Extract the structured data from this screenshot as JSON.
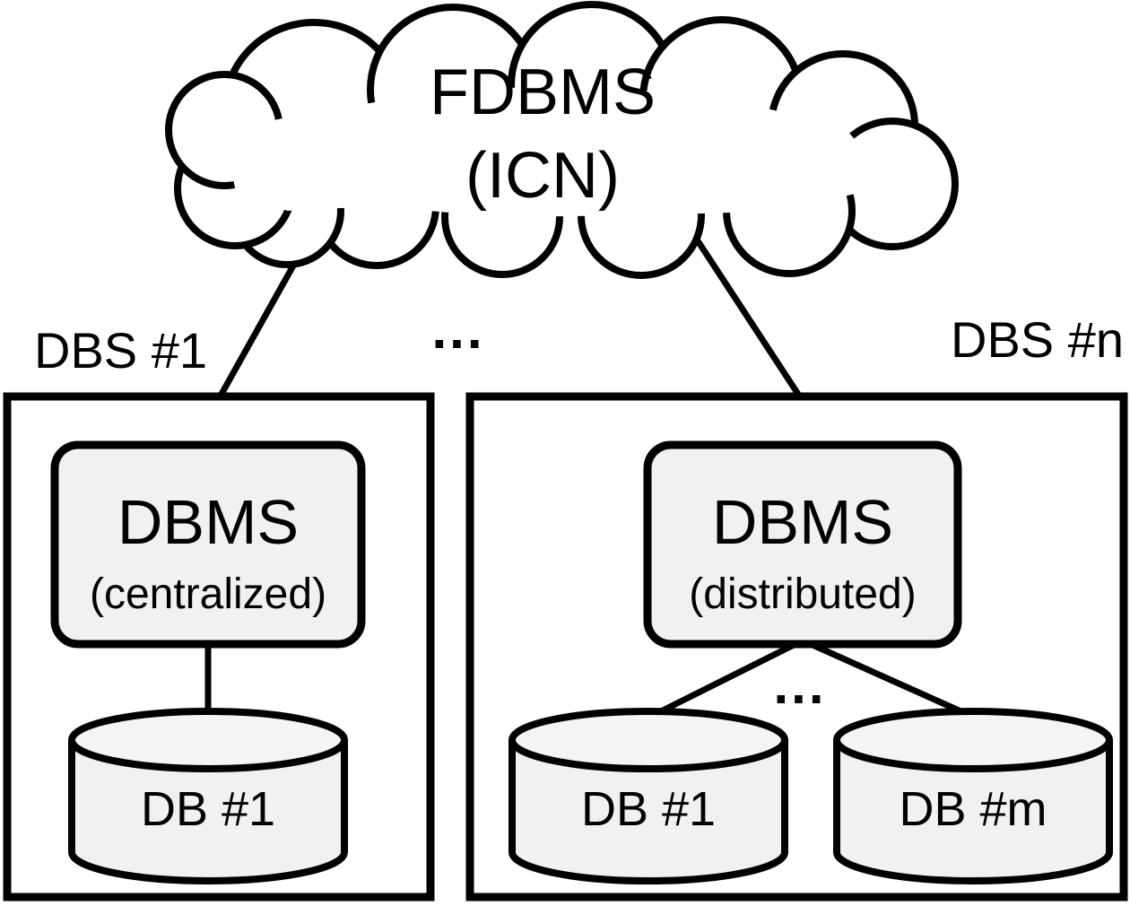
{
  "cloud": {
    "title": "FDBMS",
    "subtitle": "(ICN)"
  },
  "ellipsis": {
    "between_systems": "...",
    "between_databases": "..."
  },
  "dbs1": {
    "label": "DBS #1",
    "dbms_title": "DBMS",
    "dbms_subtitle": "(centralized)",
    "databases": [
      "DB #1"
    ]
  },
  "dbsn": {
    "label": "DBS #n",
    "dbms_title": "DBMS",
    "dbms_subtitle": "(distributed)",
    "databases": [
      "DB #1",
      "DB #m"
    ]
  },
  "colors": {
    "stroke": "#000000",
    "node_fill": "#f1f1f1",
    "cylinder_top_fill": "#f4f4f4",
    "background": "#ffffff"
  }
}
